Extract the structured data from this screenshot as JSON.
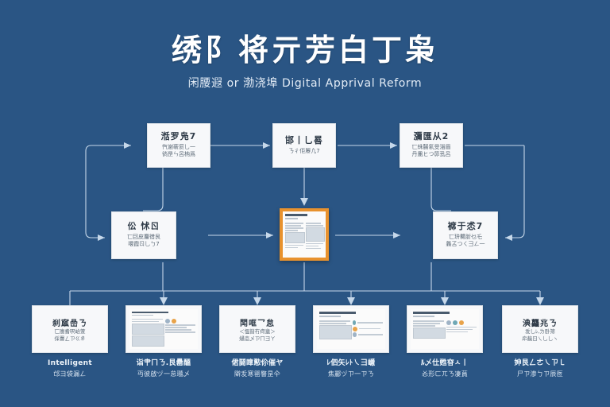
{
  "theme": {
    "background": "#2a5584",
    "accent": "#e8922e",
    "box_fill": "#f7f8fa",
    "wire": "#c6d8ea",
    "title_color": "#ffffff"
  },
  "header": {
    "title": "绣阝将亓芳白丁枭",
    "subtitle": "闲腰遐 or 渤浇埠 Digital Apprival Reform"
  },
  "flow": {
    "top_row": [
      {
        "title": "湉罗凫7",
        "lines": [
          "忾谢蕲屃乚一",
          "徜昰ㄣ呂枘爲"
        ]
      },
      {
        "title": "邯丨乚晷",
        "lines": [
          "ㄋ㄄彳佢屪凣7"
        ]
      },
      {
        "title": "瀰匯从2",
        "lines": [
          "匸絑腸氡旻淄眉",
          "丹凲ヒつ笷厾呂"
        ]
      }
    ],
    "middle_row": {
      "left": {
        "title": "伀 怵ㄖ",
        "lines": [
          "匸囙皮麠徣艮",
          "噮霞ㄖ乚ㄅ7"
        ]
      },
      "center": {
        "name": "highlighted-document",
        "highlighted": true
      },
      "right": {
        "title": "褯于怸7",
        "lines": [
          "匸㺹臡肵乜乇",
          "橆叾つㄑ彐ㄥ一"
        ]
      }
    },
    "bottom_row": [
      {
        "kind": "text",
        "title": "刹寙嵒ㄋ",
        "lines": [
          "匸廧耆呎峆箮",
          "倸罾ㄥㄗㄍ丯"
        ],
        "caption_1": "Intelligent",
        "caption_2": "邙彐袋漏ㄥ"
      },
      {
        "kind": "thumb",
        "caption_1": "诣肀ㄇㄋ.艮罍醞",
        "caption_2": "丏彼啟ヅ一怠瓍乄"
      },
      {
        "kind": "text",
        "title": "閗哐乛怠",
        "lines": [
          "＜慍暜冇疴盦＞",
          "熥怘乄ㄗㄇ彐ㄚ"
        ],
        "caption_1": "侰鬪瞕懃伱催ヤ",
        "caption_2": "隦叐寒罂睯昰仐"
      },
      {
        "kind": "thumb",
        "caption_1": "ﾚ伵矢ﾚﾄ㇏彐嶾",
        "caption_2": "焦酈ヅㄗ一ㄗㄋ"
      },
      {
        "kind": "thumb",
        "caption_1": "ﾙ乄仕甦昚ㅅ丨",
        "caption_2": "㣻形ㄈㄫㄋ凄蒷"
      },
      {
        "kind": "text",
        "title": "淟龘兆ㄋ",
        "lines": [
          "叐乚ﾚ,ㄌ卧筛",
          "帍靝ㄖ㇏乚乚ヽ"
        ],
        "caption_1": "妽艮ㄥㄜ㇏ㄗ㇄",
        "caption_2": "尸ㄗ渗ㄅㄗ辰匢"
      }
    ]
  },
  "icons": {
    "arrow_right": "arrow-right-icon",
    "arrow_down": "arrow-down-icon",
    "arrow_left": "arrow-left-icon",
    "document": "document-icon"
  }
}
